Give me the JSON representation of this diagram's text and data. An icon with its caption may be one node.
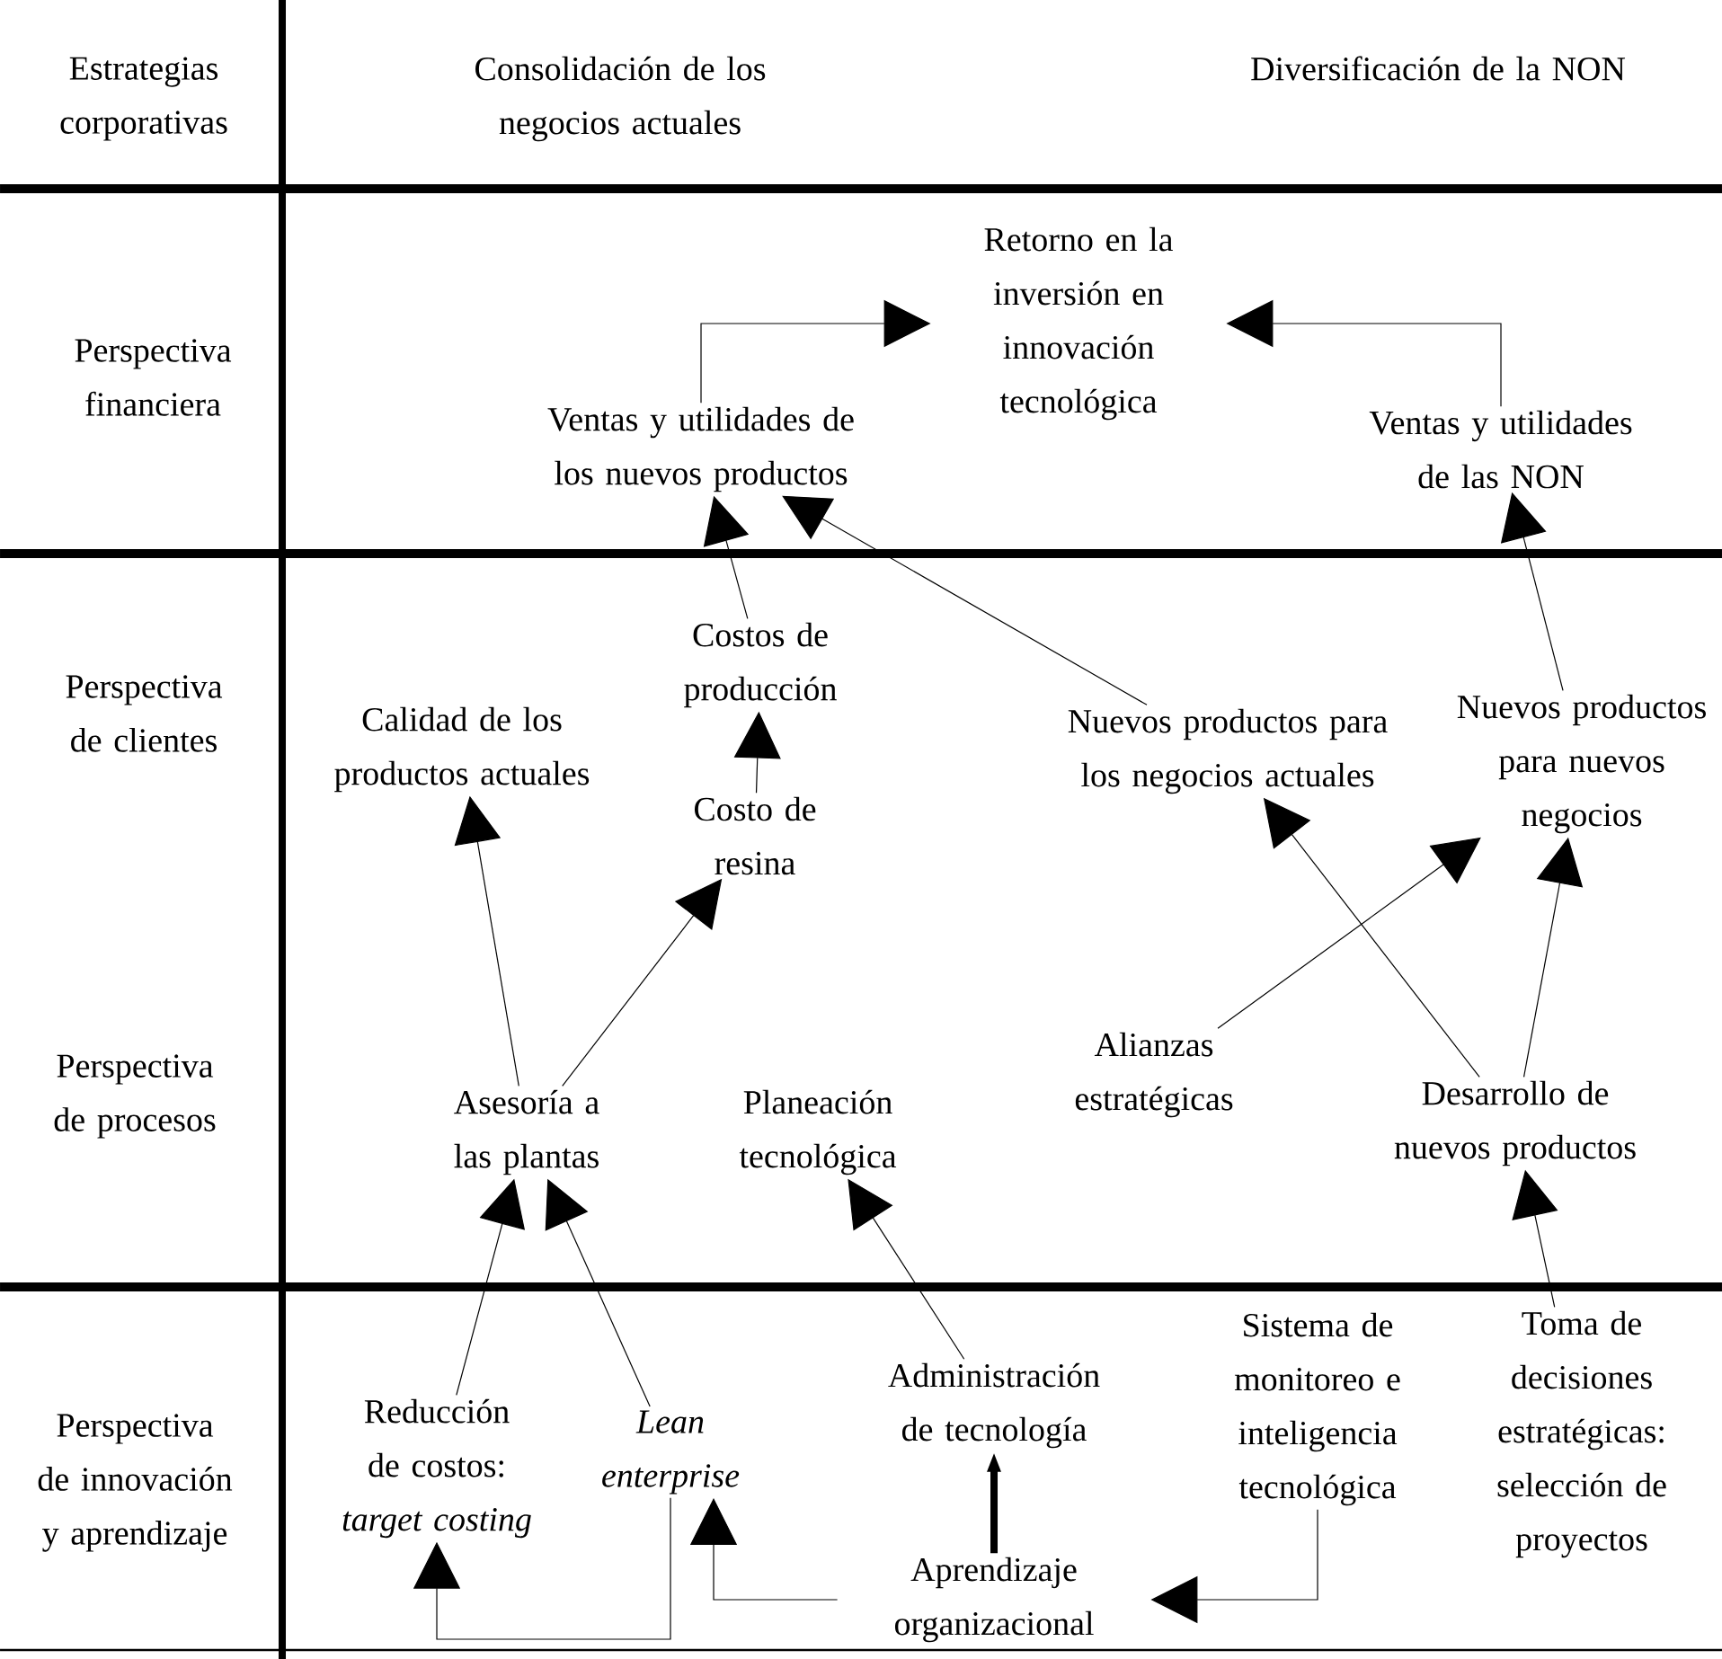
{
  "diagram": {
    "nodes": [
      {
        "text": [
          "Retorno en la inversión en innovación tecnológica"
        ]
      },
      {
        "text": [
          "Ventas y utilidades de los nuevos productos"
        ]
      },
      {
        "text": [
          "Ventas y utilidades de las NON"
        ]
      },
      {
        "text": [
          "Costos de producción"
        ]
      },
      {
        "text": [
          "Calidad de los productos actuales"
        ]
      },
      {
        "text": [
          "Costo de resina"
        ]
      },
      {
        "text": [
          "Nuevos productos para los negocios actuales"
        ]
      },
      {
        "text": [
          "Nuevos productos para nuevos negocios"
        ]
      },
      {
        "text": [
          "Asesoría a las plantas"
        ]
      },
      {
        "text": [
          "Planeación tecnológica"
        ]
      },
      {
        "text": [
          "Alianzas estratégicas"
        ]
      },
      {
        "text": [
          "Desarrollo de nuevos productos"
        ]
      },
      {
        "text": [
          "Reducción de costos: *target costing*"
        ]
      },
      {
        "text": [
          "Lean enterprise"
        ]
      },
      {
        "text": [
          "Administración de tecnología"
        ]
      },
      {
        "text": [
          "Sistema de monitoreo e inteligencia tecnológica"
        ]
      },
      {
        "text": [
          "Toma de decisiones estratégicas: selección de proyectos"
        ]
      },
      {
        "text": [
          "Aprendizaje organizacional"
        ]
      }
    ],
    "edges": [
      {
        "from": 1,
        "to": 0,
        "arrow": "to"
      },
      {
        "from": 2,
        "to": 0,
        "arrow": "to"
      },
      {
        "from": 6,
        "to": 1,
        "arrow": "to"
      },
      {
        "from": 7,
        "to": 2,
        "arrow": "to"
      },
      {
        "from": 3,
        "to": 1,
        "arrow": "to"
      },
      {
        "from": 5,
        "to": 3,
        "arrow": "to"
      },
      {
        "from": 8,
        "to": 4,
        "arrow": "to"
      },
      {
        "from": 8,
        "to": 5,
        "arrow": "to"
      },
      {
        "from": 11,
        "to": 6,
        "arrow": "to"
      },
      {
        "from": 10,
        "to": 7,
        "arrow": "to"
      },
      {
        "from": 11,
        "to": 7,
        "arrow": "to"
      },
      {
        "from": 16,
        "to": 11,
        "arrow": "to"
      },
      {
        "from": 12,
        "to": 8,
        "arrow": "to"
      },
      {
        "from": 13,
        "to": 8,
        "arrow": "to"
      },
      {
        "from": 14,
        "to": 9,
        "arrow": "to"
      },
      {
        "from": 17,
        "to": 14,
        "arrow": "to",
        "style": "thick"
      },
      {
        "from": 17,
        "to": 13,
        "arrow": "to"
      },
      {
        "from": 13,
        "to": 12,
        "arrow": "to"
      },
      {
        "from": 15,
        "to": 17,
        "arrow": "to"
      }
    ],
    "labels": [
      "Estrategias corporativas",
      "Consolidación de los negocios actuales",
      "Diversificación de la NON",
      "Perspectiva financiera",
      "Perspectiva de clientes",
      "Perspectiva de procesos",
      "Perspectiva de innovación y aprendizaje"
    ]
  }
}
